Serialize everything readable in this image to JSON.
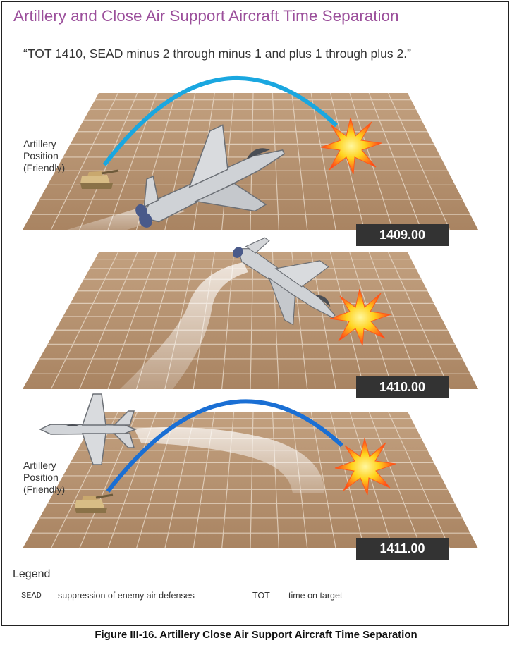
{
  "title": "Artillery and Close Air Support Aircraft Time Separation",
  "quote": "“TOT 1410, SEAD minus 2 through minus 1 and plus 1 through plus 2.”",
  "artillery_label": {
    "line1": "Artillery",
    "line2": "Position",
    "line3": "(Friendly)"
  },
  "panels": [
    {
      "time": "1409.00"
    },
    {
      "time": "1410.00"
    },
    {
      "time": "1411.00"
    }
  ],
  "legend": {
    "title": "Legend",
    "items": [
      {
        "abbr": "SEAD",
        "definition": "suppression of enemy air defenses"
      },
      {
        "abbr": "TOT",
        "definition": "time on target"
      }
    ]
  },
  "caption": "Figure III-16.  Artillery Close Air Support Aircraft Time Separation",
  "colors": {
    "title": "#9b4f9b",
    "trajectory": "#1aa7e0",
    "ground": "#b08a66",
    "grid": "#e6d6c4",
    "time_box": "#333333"
  }
}
